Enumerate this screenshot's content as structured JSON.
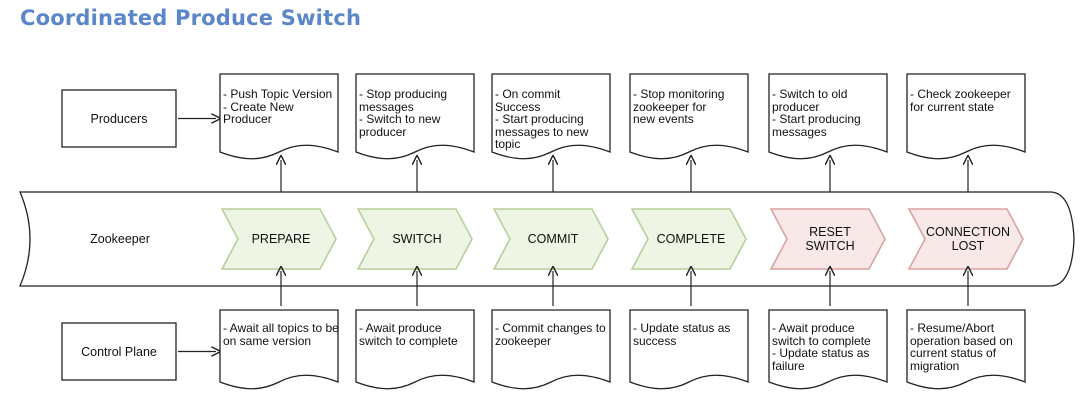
{
  "title": "Coordinated Produce Switch",
  "rows": {
    "producers": "Producers",
    "zookeeper": "Zookeeper",
    "control_plane": "Control Plane"
  },
  "phases": [
    {
      "label": "PREPARE",
      "style": "green"
    },
    {
      "label": "SWITCH",
      "style": "green"
    },
    {
      "label": "COMMIT",
      "style": "green"
    },
    {
      "label": "COMPLETE",
      "style": "green"
    },
    {
      "label": "RESET\nSWITCH",
      "style": "red"
    },
    {
      "label": "CONNECTION\nLOST",
      "style": "red"
    }
  ],
  "producer_notes": [
    "- Push Topic Version\n- Create New\n  Producer",
    "- Stop producing\n  messages\n- Switch to new\n  producer",
    "- On commit Success\n- Start producing\n  messages to new\n  topic",
    "- Stop monitoring\n  zookeeper for\n  new events",
    "- Switch to old\n  producer\n- Start producing\n  messages",
    "- Check zookeeper\n  for current state"
  ],
  "control_notes": [
    "- Await all topics to be\n  on same version",
    "- Await produce\n  switch to complete",
    "- Commit changes to\n  zookeeper",
    "- Update status as\n  success",
    "- Await produce\n  switch to complete\n- Update status as\n  failure",
    "- Resume/Abort\n  operation based on\n  current status of\n  migration"
  ],
  "colors": {
    "title": "#5b87c9",
    "green_fill": "#eef5e4",
    "green_stroke": "#b7cf9a",
    "red_fill": "#f8e8e8",
    "red_stroke": "#d9a3a3",
    "line": "#222222"
  }
}
